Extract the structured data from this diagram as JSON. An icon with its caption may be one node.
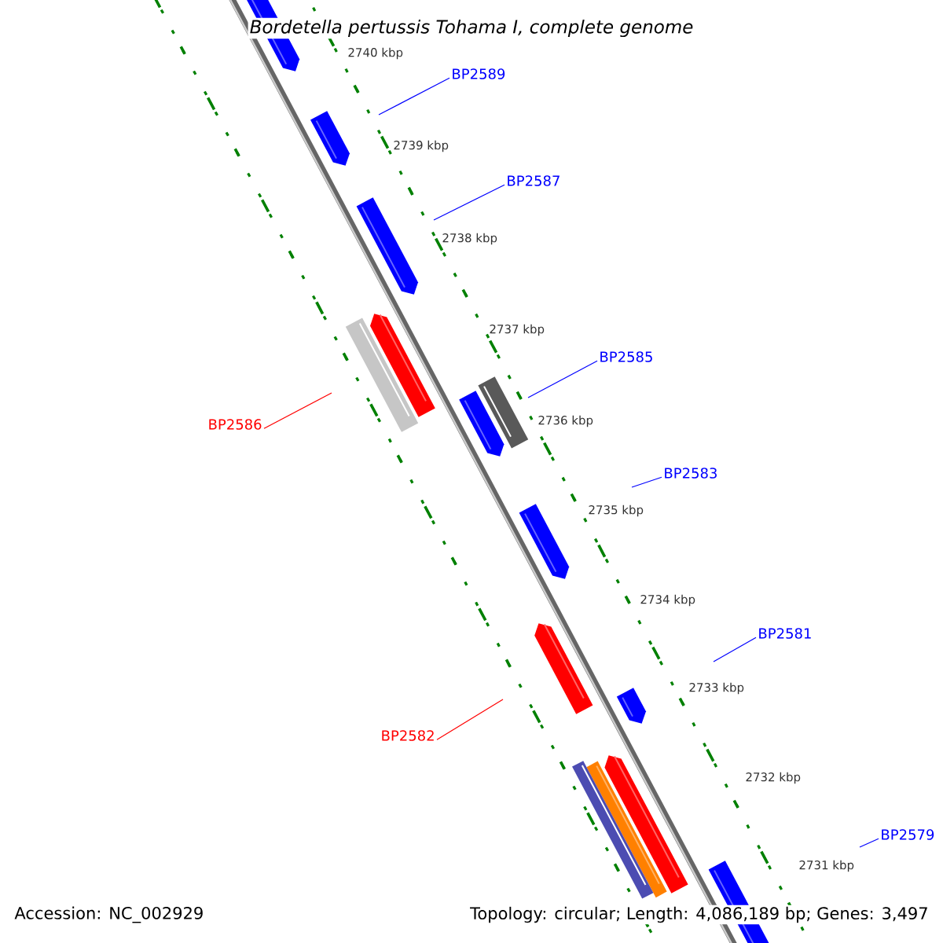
{
  "diagram": {
    "title": "Bordetella pertussis Tohama I, complete genome",
    "nodes": [
      {
        "text": [
          "BP2589"
        ]
      },
      {
        "text": [
          "BP2587"
        ]
      },
      {
        "text": [
          "BP2585"
        ]
      },
      {
        "text": [
          "BP2586"
        ]
      },
      {
        "text": [
          "BP2583"
        ]
      },
      {
        "text": [
          "BP2581"
        ]
      },
      {
        "text": [
          "BP2582"
        ]
      },
      {
        "text": [
          "BP2579"
        ]
      }
    ],
    "edges": [
      {
        "from": 0,
        "to": null,
        "arrow": "none"
      },
      {
        "from": 1,
        "to": null,
        "arrow": "none"
      },
      {
        "from": 2,
        "to": null,
        "arrow": "none"
      },
      {
        "from": 3,
        "to": null,
        "arrow": "none",
        "color": "#ff0000"
      },
      {
        "from": 4,
        "to": null,
        "arrow": "none"
      },
      {
        "from": 5,
        "to": null,
        "arrow": "none"
      },
      {
        "from": 6,
        "to": null,
        "arrow": "none",
        "color": "#ff0000"
      },
      {
        "from": 7,
        "to": null,
        "arrow": "none"
      }
    ],
    "labels": [
      "2740 kbp",
      "2739 kbp",
      "2738 kbp",
      "2737 kbp",
      "2736 kbp",
      "2735 kbp",
      "2734 kbp",
      "2733 kbp",
      "2732 kbp",
      "2731 kbp",
      "Accession: NC_002929",
      "Topology: circular; Length: 4,086,189 bp; Genes: 3,497"
    ]
  }
}
